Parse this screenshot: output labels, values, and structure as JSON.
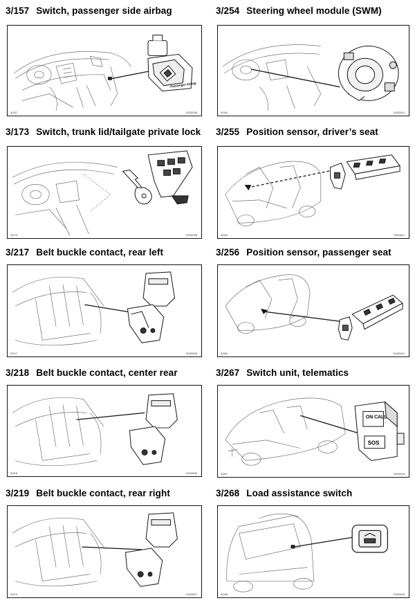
{
  "items": [
    {
      "code": "3/157",
      "title": "Switch, passenger side airbag",
      "ref_left": "3/157",
      "ref_right": "G032028",
      "illus": "dashboard-airbag-switch-icon"
    },
    {
      "code": "3/254",
      "title": "Steering wheel module (SWM)",
      "ref_left": "3/254",
      "ref_right": "G032610",
      "illus": "steering-module-icon"
    },
    {
      "code": "3/173",
      "title": "Switch, trunk lid/tailgate private lock",
      "ref_left": "3/173",
      "ref_right": "G032098",
      "illus": "key-remote-icon"
    },
    {
      "code": "3/255",
      "title": "Position sensor, driver’s seat",
      "ref_left": "3/255",
      "ref_right": "G032611",
      "illus": "seat-sensor-icon"
    },
    {
      "code": "3/217",
      "title": "Belt buckle contact, rear left",
      "ref_left": "3/217",
      "ref_right": "G032605",
      "illus": "belt-buckle-icon"
    },
    {
      "code": "3/256",
      "title": "Position sensor, passenger seat",
      "ref_left": "3/256",
      "ref_right": "G032612",
      "illus": "seat-sensor-icon"
    },
    {
      "code": "3/218",
      "title": "Belt buckle contact, center rear",
      "ref_left": "3/218",
      "ref_right": "G032606",
      "illus": "belt-buckle-icon"
    },
    {
      "code": "3/267",
      "title": "Switch unit, telematics",
      "ref_left": "3/267",
      "ref_right": "G032615",
      "illus": "telematics-switch-icon"
    },
    {
      "code": "3/219",
      "title": "Belt buckle contact, rear right",
      "ref_left": "3/219",
      "ref_right": "G032607",
      "illus": "belt-buckle-icon"
    },
    {
      "code": "3/268",
      "title": "Load assistance switch",
      "ref_left": "3/268",
      "ref_right": "G032616",
      "illus": "load-switch-icon"
    }
  ],
  "labels": {
    "airbag_text": "Passenger Airbag",
    "telematics_on_call": "ON CALL",
    "telematics_sos": "SOS"
  }
}
